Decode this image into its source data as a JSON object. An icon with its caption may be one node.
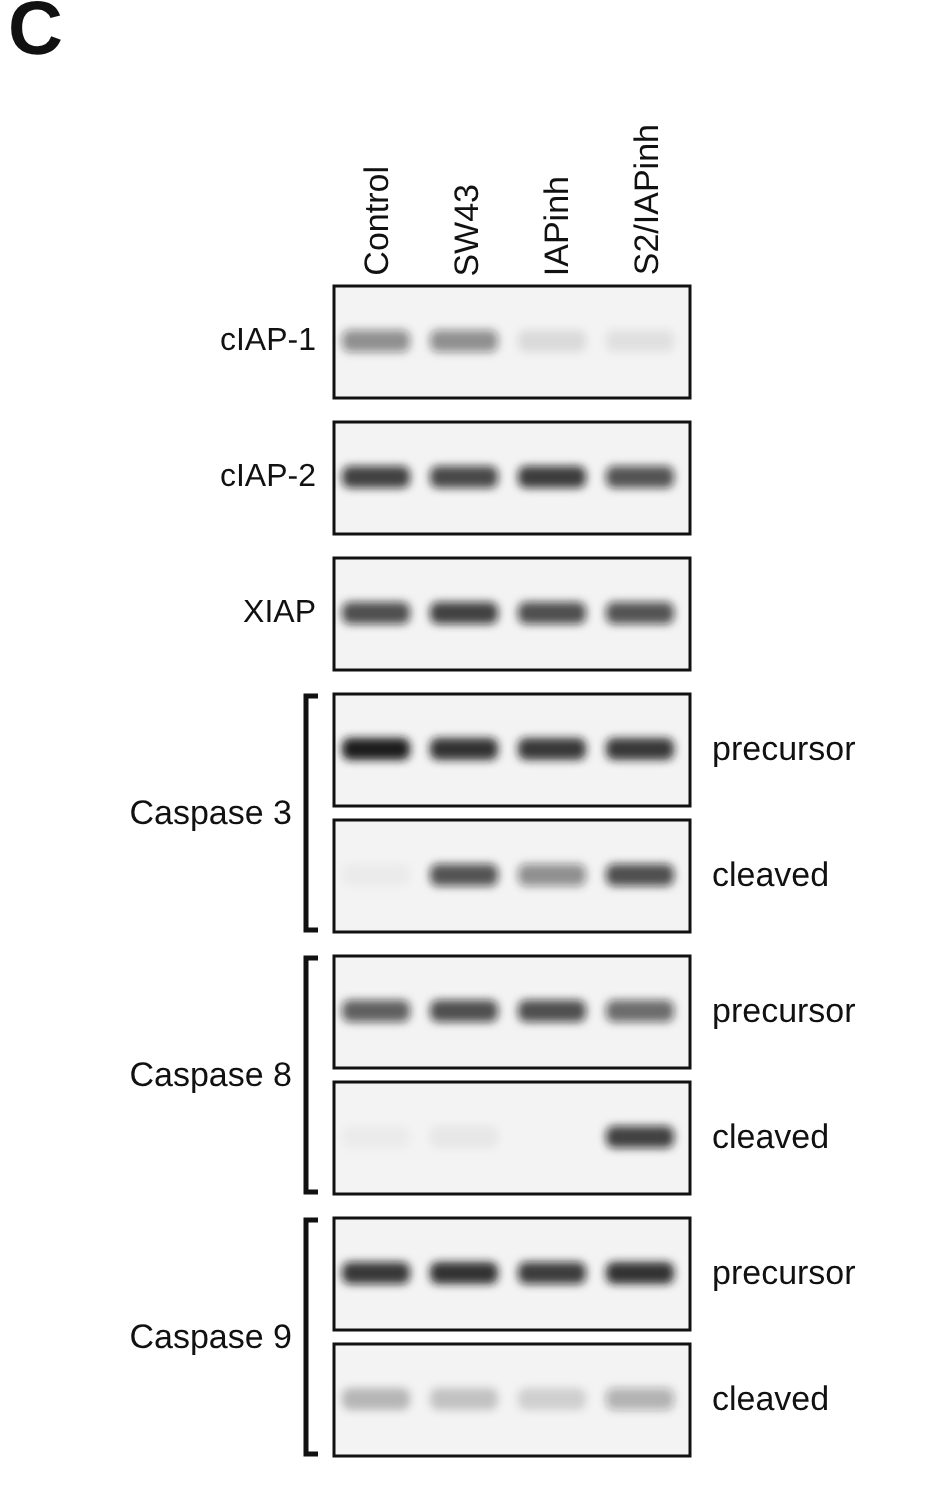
{
  "diagram": {
    "labels": [
      "C",
      "Control",
      "SW43",
      "IAPinh",
      "S2/IAPinh",
      "cIAP-1",
      "cIAP-2",
      "XIAP",
      "Caspase 3",
      "precursor",
      "cleaved",
      "Caspase 8",
      "precursor",
      "cleaved",
      "Caspase 9",
      "precursor",
      "cleaved"
    ]
  }
}
